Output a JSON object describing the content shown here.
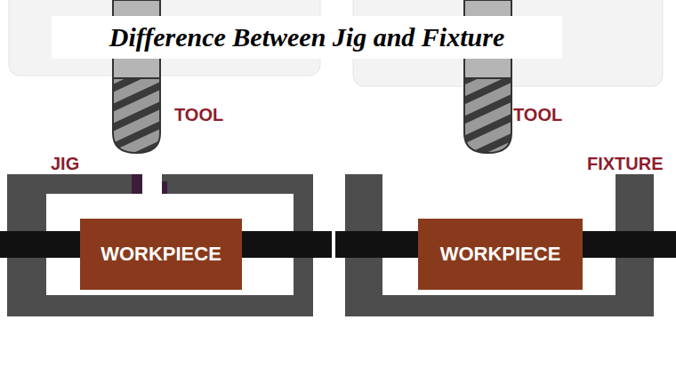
{
  "diagram": {
    "title": "Difference Between Jig and Fixture",
    "nodes": [
      {
        "text": [
          "JIG"
        ]
      },
      {
        "text": [
          "WORKPIECE"
        ],
        "in": 0
      },
      {
        "text": [
          "FIXTURE"
        ]
      },
      {
        "text": [
          "WORKPIECE"
        ],
        "in": 2
      }
    ],
    "labels": [
      "TOOL",
      "TOOL"
    ]
  }
}
